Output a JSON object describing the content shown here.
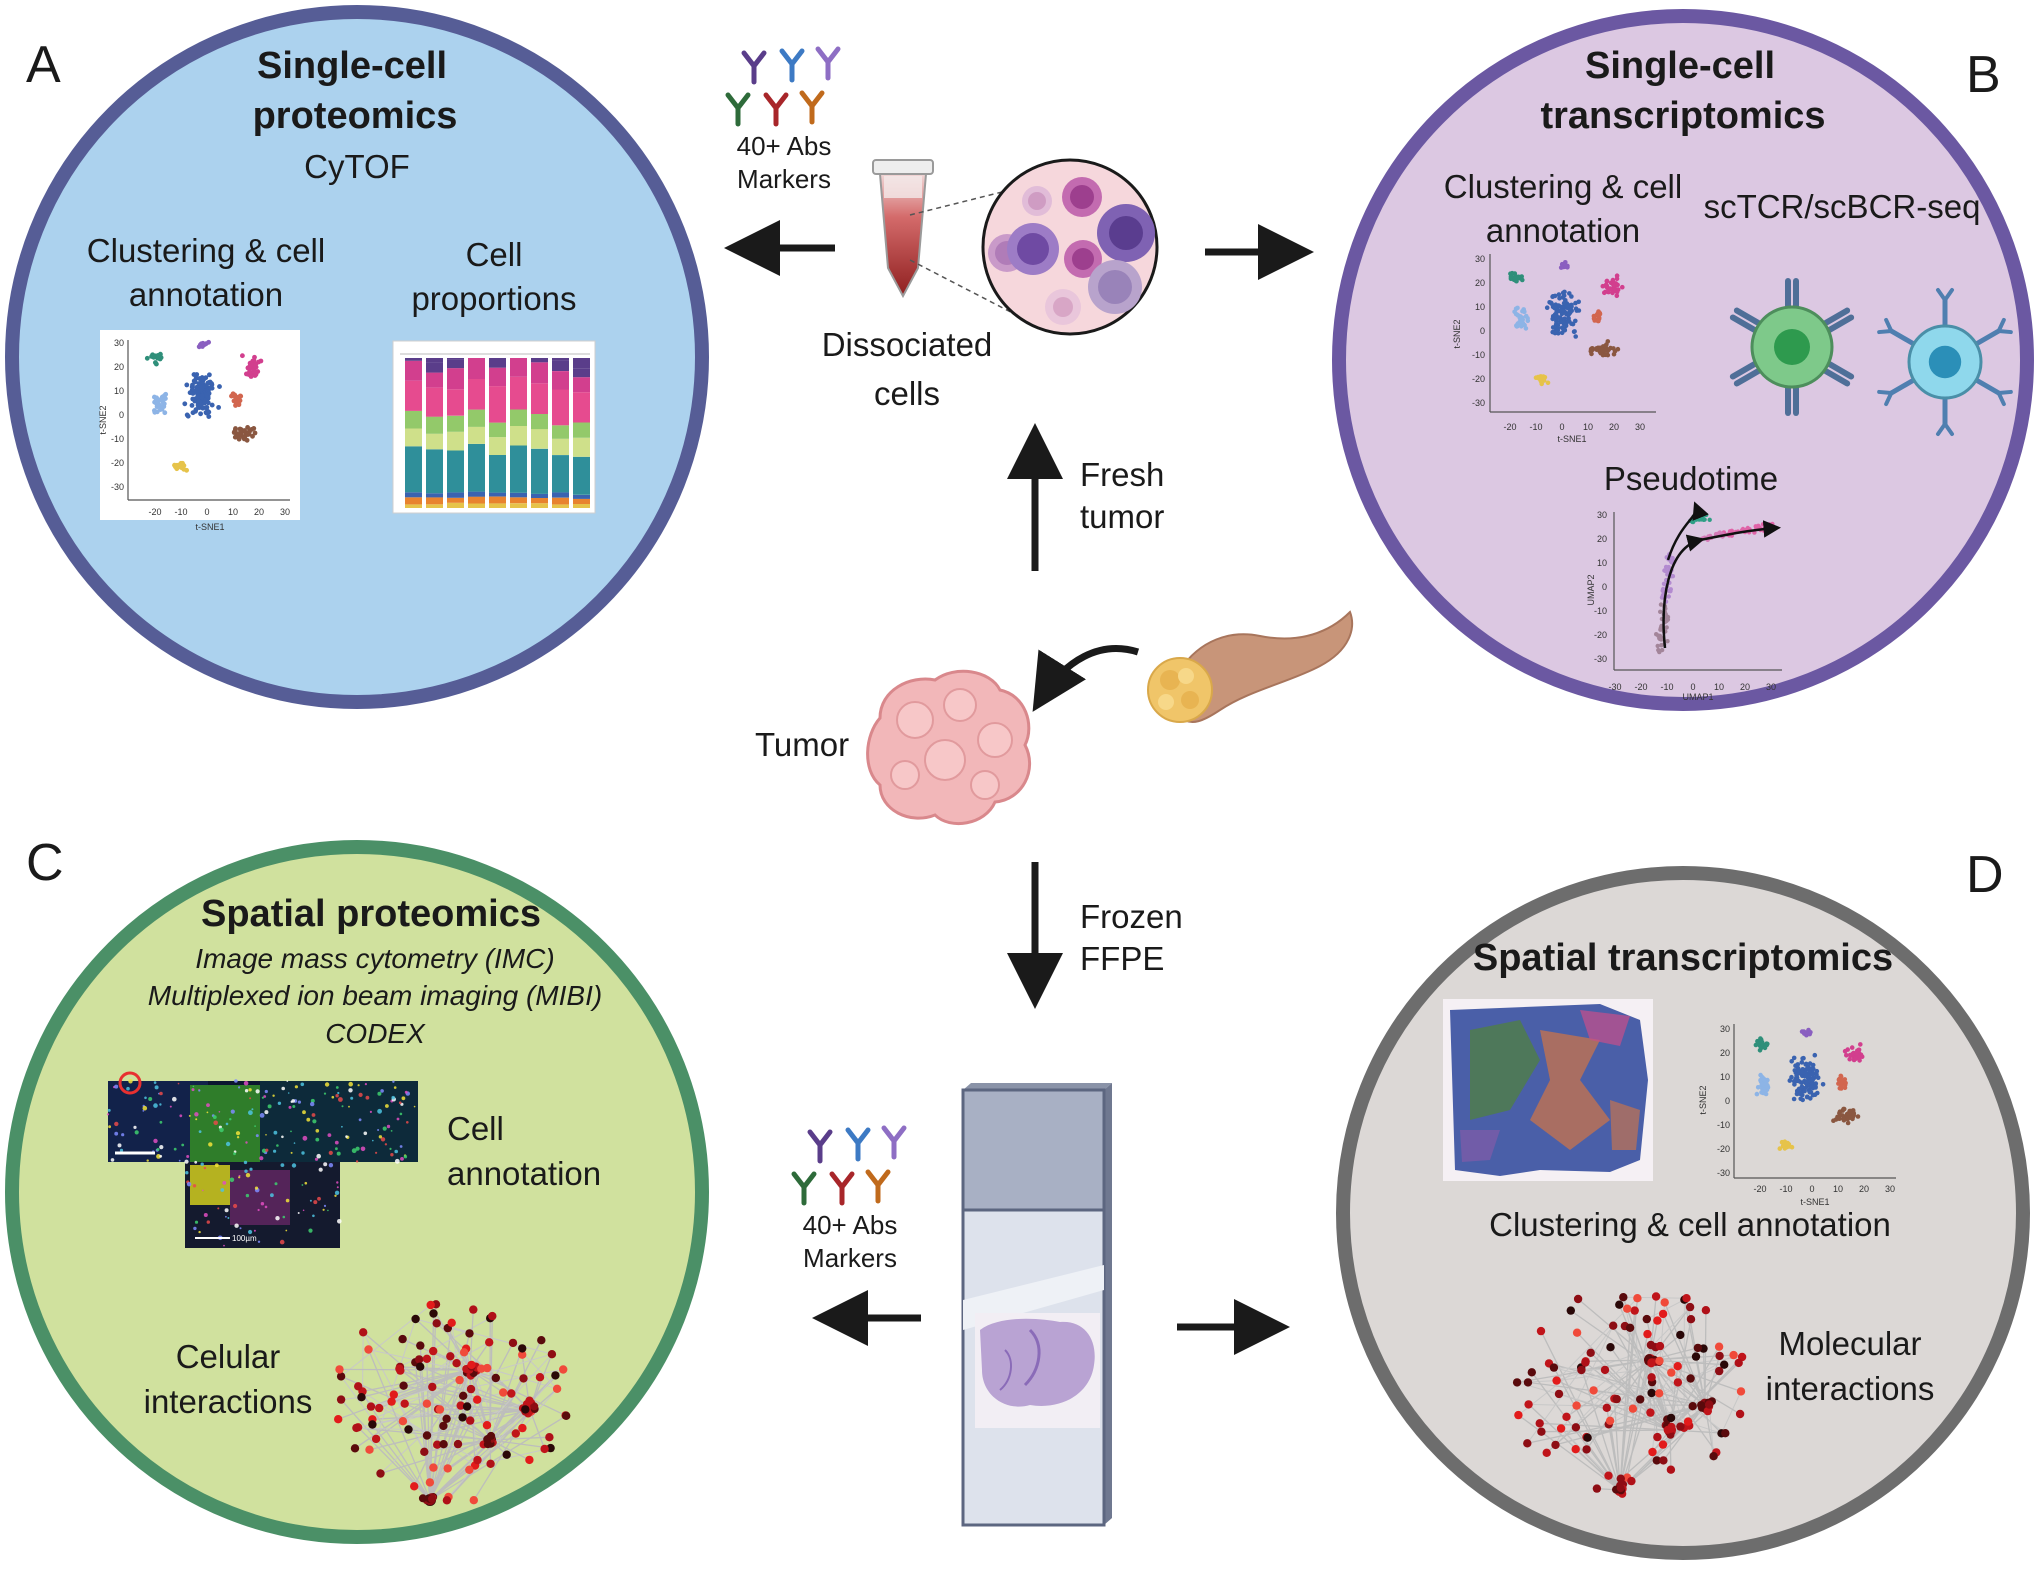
{
  "panels": {
    "A": {
      "letter": "A",
      "title_line1": "Single-cell",
      "title_line2": "proteomics",
      "subtitle": "CyTOF",
      "cluster_label_line1": "Clustering & cell",
      "cluster_label_line2": "annotation",
      "proportions_label_line1": "Cell",
      "proportions_label_line2": "proportions",
      "axis_x": "t-SNE1",
      "axis_y": "t-SNE2",
      "ticks_x": [
        "-20",
        "-10",
        "0",
        "10",
        "20",
        "30"
      ],
      "ticks_y": [
        "30",
        "20",
        "10",
        "0",
        "-10",
        "-20",
        "-30"
      ]
    },
    "B": {
      "letter": "B",
      "title_line1": "Single-cell",
      "title_line2": "transcriptomics",
      "cluster_label_line1": "Clustering & cell",
      "cluster_label_line2": "annotation",
      "receptor_label": "scTCR/scBCR-seq",
      "pseudotime_label": "Pseudotime",
      "axis_x": "t-SNE1",
      "axis_y": "t-SNE2",
      "umap_x": "UMAP1",
      "umap_y": "UMAP2",
      "ticks_x": [
        "-20",
        "-10",
        "0",
        "10",
        "20",
        "30"
      ],
      "ticks_y": [
        "30",
        "20",
        "10",
        "0",
        "-10",
        "-20",
        "-30"
      ],
      "umap_ticks_x": [
        "-30",
        "-20",
        "-10",
        "0",
        "10",
        "20",
        "30"
      ],
      "umap_ticks_y": [
        "30",
        "20",
        "10",
        "0",
        "-10",
        "-20",
        "-30"
      ]
    },
    "C": {
      "letter": "C",
      "title": "Spatial proteomics",
      "method1": "Image mass cytometry (IMC)",
      "method2": "Multiplexed ion beam imaging (MIBI)",
      "method3": "CODEX",
      "annotation_label_line1": "Cell",
      "annotation_label_line2": "annotation",
      "interactions_label_line1": "Celular",
      "interactions_label_line2": "interactions",
      "scale_bar": "100µm"
    },
    "D": {
      "letter": "D",
      "title": "Spatial transcriptomics",
      "cluster_label": "Clustering & cell annotation",
      "interactions_label_line1": "Molecular",
      "interactions_label_line2": "interactions",
      "axis_x": "t-SNE1",
      "axis_y": "t-SNE2",
      "ticks_x": [
        "-20",
        "-10",
        "0",
        "10",
        "20",
        "30"
      ],
      "ticks_y": [
        "30",
        "20",
        "10",
        "0",
        "-10",
        "-20",
        "-30"
      ]
    }
  },
  "center": {
    "abs_top_line1": "40+ Abs",
    "abs_top_line2": "Markers",
    "abs_bottom_line1": "40+ Abs",
    "abs_bottom_line2": "Markers",
    "dissociated_line1": "Dissociated",
    "dissociated_line2": "cells",
    "fresh_line1": "Fresh",
    "fresh_line2": "tumor",
    "frozen_line1": "Frozen",
    "frozen_line2": "FFPE",
    "tumor": "Tumor"
  },
  "colors": {
    "circle_A_fill": "#acd2ee",
    "circle_A_stroke": "#565d96",
    "circle_B_fill": "#dcc8e2",
    "circle_B_stroke": "#6b58a2",
    "circle_C_fill": "#d0e19e",
    "circle_C_stroke": "#4b9067",
    "circle_D_fill": "#dcd8d6",
    "circle_D_stroke": "#6d6d6d",
    "antibodies": [
      "#5a3d8a",
      "#3d7ac4",
      "#8e6ec4",
      "#2e6b3a",
      "#a8262a",
      "#c06a1c"
    ]
  }
}
